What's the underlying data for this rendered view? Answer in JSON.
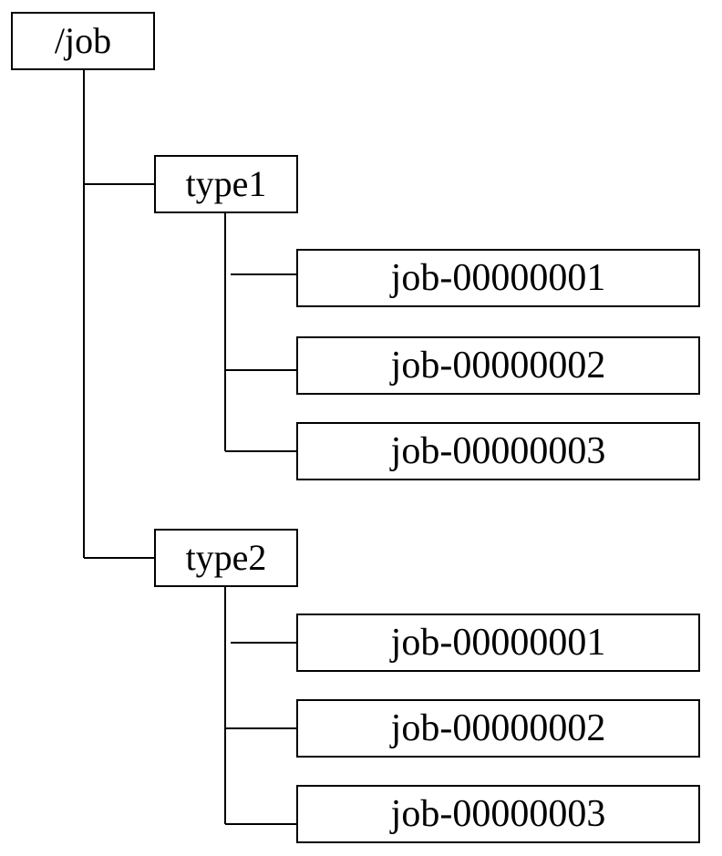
{
  "tree": {
    "root": {
      "label": "/job"
    },
    "types": [
      {
        "label": "type1",
        "jobs": [
          {
            "label": "job-00000001"
          },
          {
            "label": "job-00000002"
          },
          {
            "label": "job-00000003"
          }
        ]
      },
      {
        "label": "type2",
        "jobs": [
          {
            "label": "job-00000001"
          },
          {
            "label": "job-00000002"
          },
          {
            "label": "job-00000003"
          }
        ]
      }
    ]
  },
  "colors": {
    "line": "#000000",
    "box_border": "#000000",
    "background": "#ffffff",
    "text": "#000000"
  }
}
